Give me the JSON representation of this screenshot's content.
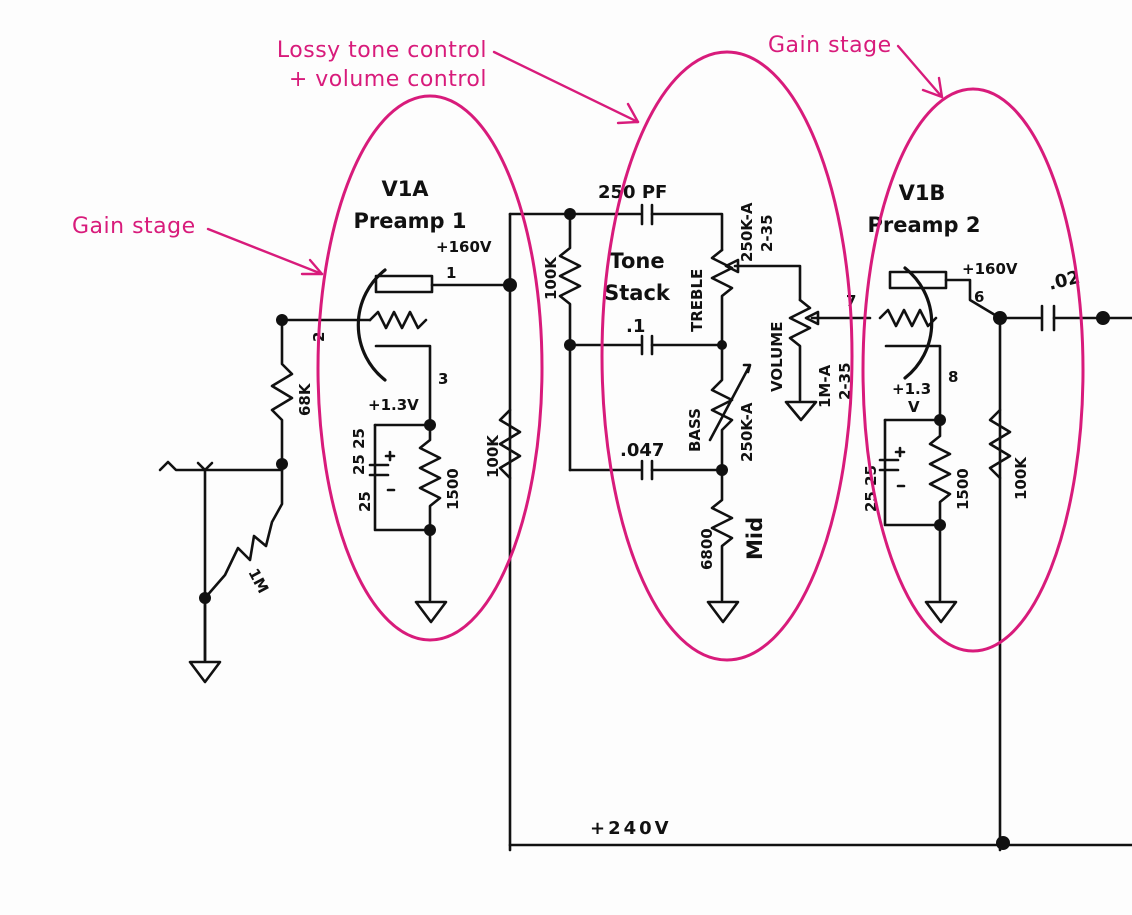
{
  "annotations": {
    "gain_stage_left": "Gain stage",
    "tone_control_line1": "Lossy tone control",
    "tone_control_line2": "+ volume control",
    "gain_stage_right": "Gain stage"
  },
  "tubes": {
    "v1a_name": "V1A",
    "v1a_title": "Preamp 1",
    "v1b_name": "V1B",
    "v1b_title": "Preamp 2"
  },
  "tone_stack": {
    "line1": "Tone",
    "line2": "Stack",
    "mid_label": "Mid"
  },
  "components": {
    "plate_voltage_1": "+160V",
    "plate_voltage_2": "+160V",
    "cathode_voltage_1": "+1.3V",
    "cathode_voltage_2": "+1.3",
    "cathode_voltage_2b": "V",
    "pin_1": "1",
    "pin_2": "2",
    "pin_3": "3",
    "pin_6": "6",
    "pin_7": "7",
    "pin_8": "8",
    "r_68k": "68K",
    "r_1m": "1M",
    "r_1500_a": "1500",
    "r_1500_b": "1500",
    "c_25_25_a": "25 25",
    "c_25_a": "25",
    "c_25_25_b": "25 25",
    "r_100k_plate1": "100K",
    "r_100k_tone": "100K",
    "r_100k_plate2": "100K",
    "c_250pf": "250 PF",
    "c_point1": ".1",
    "c_047": ".047",
    "c_02": ".02",
    "r_6800": "6800",
    "pot_treble_value": "250K-A",
    "pot_treble_code": "2-35",
    "pot_treble_name": "TREBLE",
    "pot_bass_value": "250K-A",
    "pot_bass_name": "BASS",
    "pot_volume_name": "VOLUME",
    "pot_volume_value": "1M-A",
    "pot_volume_code": "2-35",
    "supply": "+240V"
  },
  "colors": {
    "annotation": "#d81b7b",
    "ink": "#111111",
    "paper": "#fdfdfd"
  }
}
